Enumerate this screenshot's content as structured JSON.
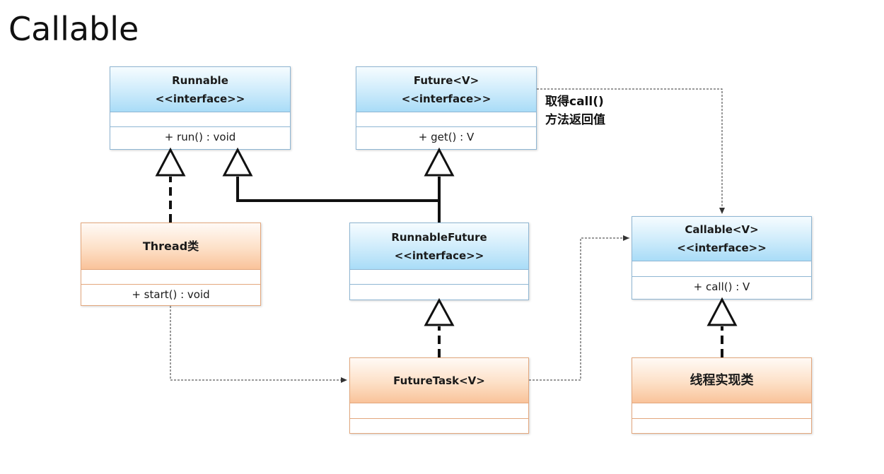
{
  "title": "Callable",
  "note": {
    "line1": "取得call()",
    "line2": "方法返回值"
  },
  "boxes": {
    "runnable": {
      "name": "Runnable",
      "stereotype": "<<interface>>",
      "op": "+ run() : void"
    },
    "future": {
      "name": "Future<V>",
      "stereotype": "<<interface>>",
      "op": "+ get() : V"
    },
    "thread": {
      "name": "Thread类",
      "op": "+ start() : void"
    },
    "runnable_future": {
      "name": "RunnableFuture",
      "stereotype": "<<interface>>"
    },
    "callable": {
      "name": "Callable<V>",
      "stereotype": "<<interface>>",
      "op": "+ call() : V"
    },
    "future_task": {
      "name": "FutureTask<V>"
    },
    "impl": {
      "name": "线程实现类"
    }
  },
  "colors": {
    "interface_fill": "#cdebfb",
    "class_fill": "#fde0c7"
  }
}
